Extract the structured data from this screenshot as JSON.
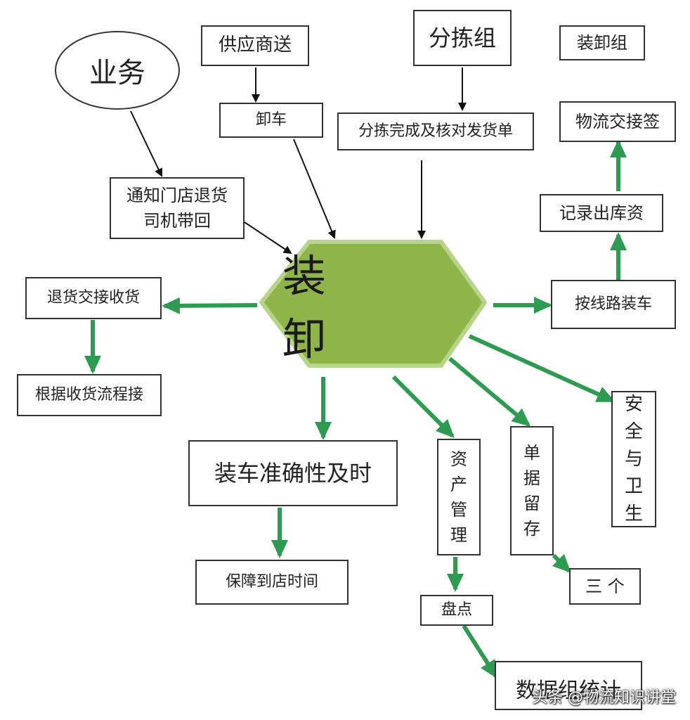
{
  "colors": {
    "hex_fill": "#8fb54a",
    "hex_stroke": "#b8d48a",
    "green_arrow": "#2f9b52",
    "black_arrow": "#111111"
  },
  "center": {
    "label": "装 卸"
  },
  "business": {
    "label": "业务"
  },
  "supplier": {
    "label": "供应商送"
  },
  "unload": {
    "label": "卸车"
  },
  "sorting_group": {
    "label": "分拣组"
  },
  "sort_done": {
    "label": "分拣完成及核对发货单"
  },
  "loading_group": {
    "label": "装卸组"
  },
  "notify": {
    "line1": "通知门店退货",
    "line2": "司机带回"
  },
  "return_receive": {
    "label": "退货交接收货"
  },
  "return_flow": {
    "label": "根据收货流程接"
  },
  "load_by_route": {
    "label": "按线路装车"
  },
  "record_out": {
    "label": "记录出库资"
  },
  "logistics_sign": {
    "label": "物流交接签"
  },
  "accuracy": {
    "label": "装车准确性及时"
  },
  "guarantee": {
    "label": "保障到店时间"
  },
  "asset_mgmt": {
    "chars": [
      "资",
      "产",
      "管",
      "理"
    ]
  },
  "doc_keep": {
    "chars": [
      "单",
      "据",
      "留",
      "存"
    ]
  },
  "safety": {
    "chars": [
      "安",
      "全",
      "与",
      "卫",
      "生"
    ]
  },
  "three": {
    "label": "三 个"
  },
  "inventory": {
    "label": "盘点"
  },
  "data_stats": {
    "label": "数据组统计"
  },
  "watermark": "头条 @物流知识讲堂"
}
